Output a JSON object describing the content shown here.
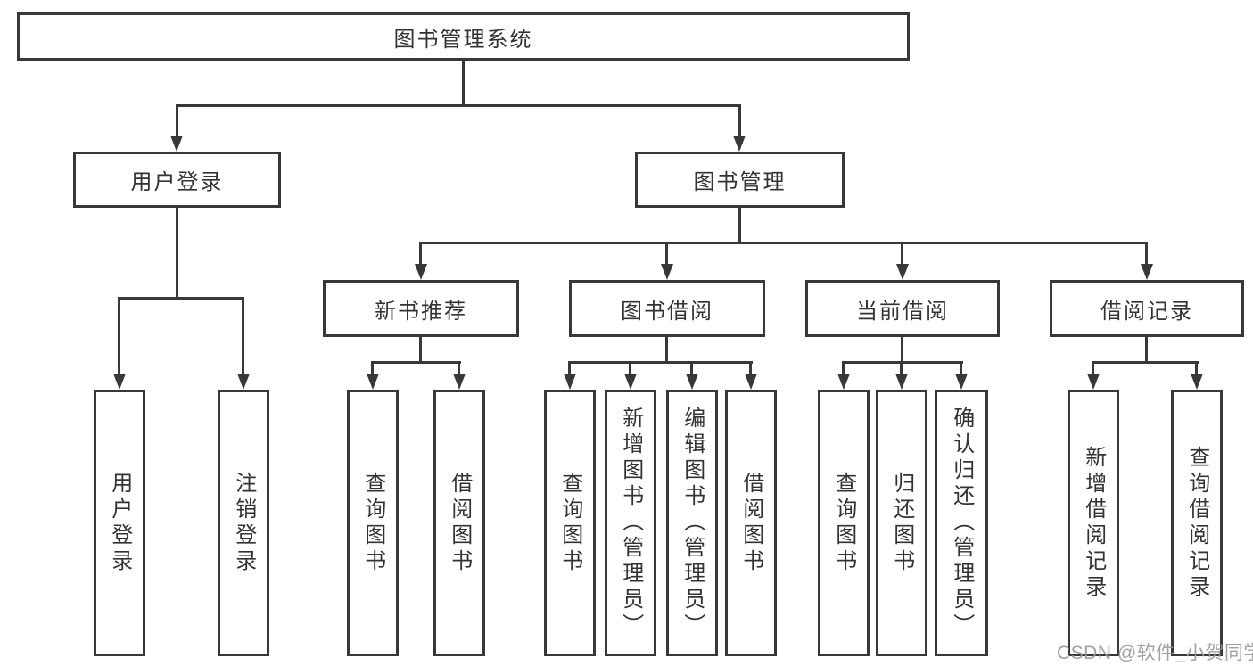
{
  "tree": {
    "root": {
      "label": "图书管理系统"
    },
    "branches": [
      {
        "label": "用户登录",
        "children": [
          {
            "label": "用户登录"
          },
          {
            "label": "注销登录"
          }
        ]
      },
      {
        "label": "图书管理",
        "children": [
          {
            "label": "新书推荐",
            "children": [
              {
                "label": "查询图书"
              },
              {
                "label": "借阅图书"
              }
            ]
          },
          {
            "label": "图书借阅",
            "children": [
              {
                "label": "查询图书"
              },
              {
                "label": "新增图书（管理员）"
              },
              {
                "label": "编辑图书（管理员）"
              },
              {
                "label": "借阅图书"
              }
            ]
          },
          {
            "label": "当前借阅",
            "children": [
              {
                "label": "查询图书"
              },
              {
                "label": "归还图书"
              },
              {
                "label": "确认归还（管理员）"
              }
            ]
          },
          {
            "label": "借阅记录",
            "children": [
              {
                "label": "新增借阅记录"
              },
              {
                "label": "查询借阅记录"
              }
            ]
          }
        ]
      }
    ]
  },
  "watermark": "CSDN @软件_小贺同学",
  "colors": {
    "line": "#383838",
    "text": "#333333",
    "background": "#ffffff",
    "watermark": "#979797"
  }
}
